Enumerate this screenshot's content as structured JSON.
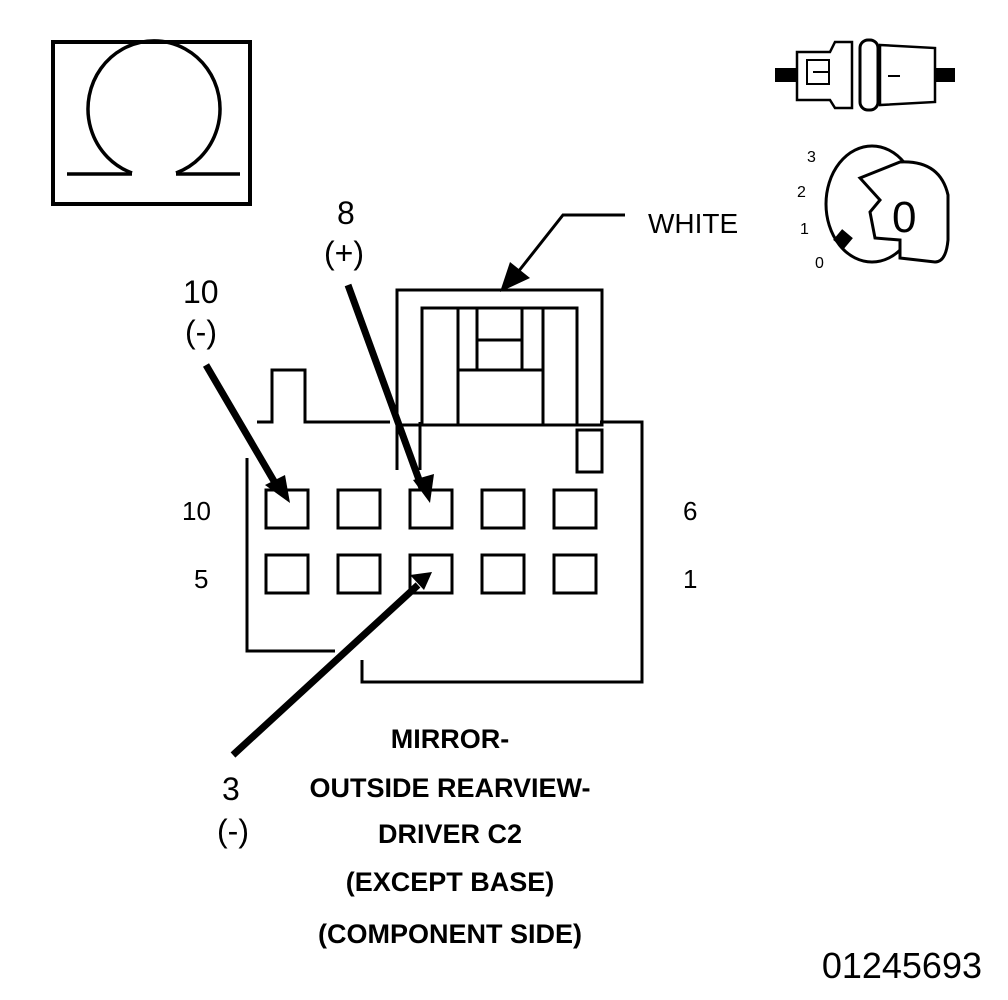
{
  "diagram": {
    "connector_color_label": "WHITE",
    "figure_id": "01245693",
    "caption": [
      "MIRROR-",
      "OUTSIDE REARVIEW-",
      "DRIVER C2",
      "(EXCEPT BASE)",
      "(COMPONENT SIDE)"
    ],
    "callouts": [
      {
        "pin": "10",
        "polarity": "(-)"
      },
      {
        "pin": "8",
        "polarity": "(+)"
      },
      {
        "pin": "3",
        "polarity": "(-)"
      }
    ],
    "row_labels": {
      "top_left": "10",
      "top_right": "6",
      "bottom_left": "5",
      "bottom_right": "1"
    },
    "ohmmeter_icon": "omega-icon",
    "connector_icon": "disconnected-connector-icon",
    "ignition_icon": "ignition-key-off-icon",
    "ignition_positions": [
      "3",
      "2",
      "1",
      "0"
    ],
    "ignition_key_text": "0"
  }
}
